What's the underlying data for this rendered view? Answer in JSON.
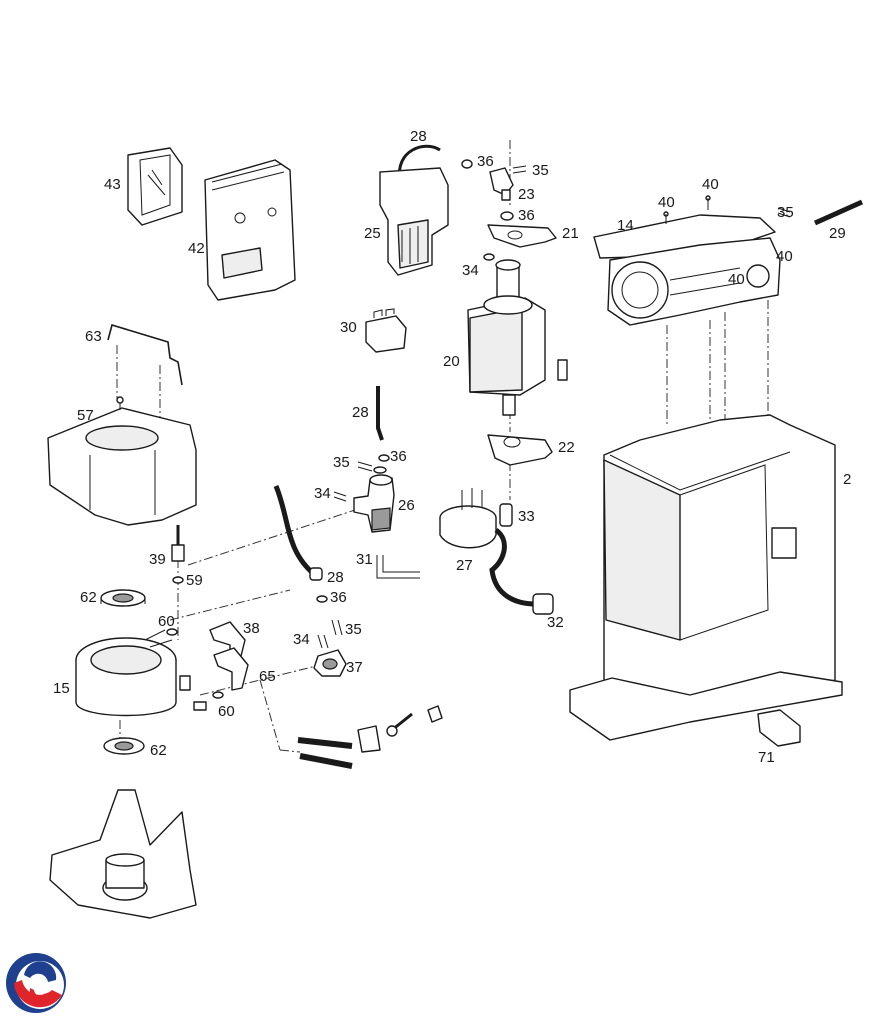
{
  "callouts": [
    {
      "id": "c43",
      "label": "43"
    },
    {
      "id": "c42",
      "label": "42"
    },
    {
      "id": "c28a",
      "label": "28"
    },
    {
      "id": "c36a",
      "label": "36"
    },
    {
      "id": "c35a",
      "label": "35"
    },
    {
      "id": "c23",
      "label": "23"
    },
    {
      "id": "c36b",
      "label": "36"
    },
    {
      "id": "c21",
      "label": "21"
    },
    {
      "id": "c25",
      "label": "25"
    },
    {
      "id": "c34a",
      "label": "34"
    },
    {
      "id": "c40a",
      "label": "40"
    },
    {
      "id": "c40b",
      "label": "40"
    },
    {
      "id": "c14",
      "label": "14"
    },
    {
      "id": "c35b",
      "label": "35"
    },
    {
      "id": "c29",
      "label": "29"
    },
    {
      "id": "c40c",
      "label": "40"
    },
    {
      "id": "c40d",
      "label": "40"
    },
    {
      "id": "c30",
      "label": "30"
    },
    {
      "id": "c20",
      "label": "20"
    },
    {
      "id": "c63",
      "label": "63"
    },
    {
      "id": "c57",
      "label": "57"
    },
    {
      "id": "c28b",
      "label": "28"
    },
    {
      "id": "c22",
      "label": "22"
    },
    {
      "id": "c35c",
      "label": "35"
    },
    {
      "id": "c36c",
      "label": "36"
    },
    {
      "id": "c34b",
      "label": "34"
    },
    {
      "id": "c26",
      "label": "26"
    },
    {
      "id": "c33",
      "label": "33"
    },
    {
      "id": "c2",
      "label": "2"
    },
    {
      "id": "c39",
      "label": "39"
    },
    {
      "id": "c31",
      "label": "31"
    },
    {
      "id": "c27",
      "label": "27"
    },
    {
      "id": "c59",
      "label": "59"
    },
    {
      "id": "c28c",
      "label": "28"
    },
    {
      "id": "c62a",
      "label": "62"
    },
    {
      "id": "c36d",
      "label": "36"
    },
    {
      "id": "c60a",
      "label": "60"
    },
    {
      "id": "c38",
      "label": "38"
    },
    {
      "id": "c34c",
      "label": "34"
    },
    {
      "id": "c35d",
      "label": "35"
    },
    {
      "id": "c32",
      "label": "32"
    },
    {
      "id": "c15",
      "label": "15"
    },
    {
      "id": "c65",
      "label": "65"
    },
    {
      "id": "c37",
      "label": "37"
    },
    {
      "id": "c60b",
      "label": "60"
    },
    {
      "id": "c62b",
      "label": "62"
    },
    {
      "id": "c71",
      "label": "71"
    }
  ],
  "logo": {
    "colors": [
      "#1f3f8f",
      "#e0242b"
    ]
  }
}
